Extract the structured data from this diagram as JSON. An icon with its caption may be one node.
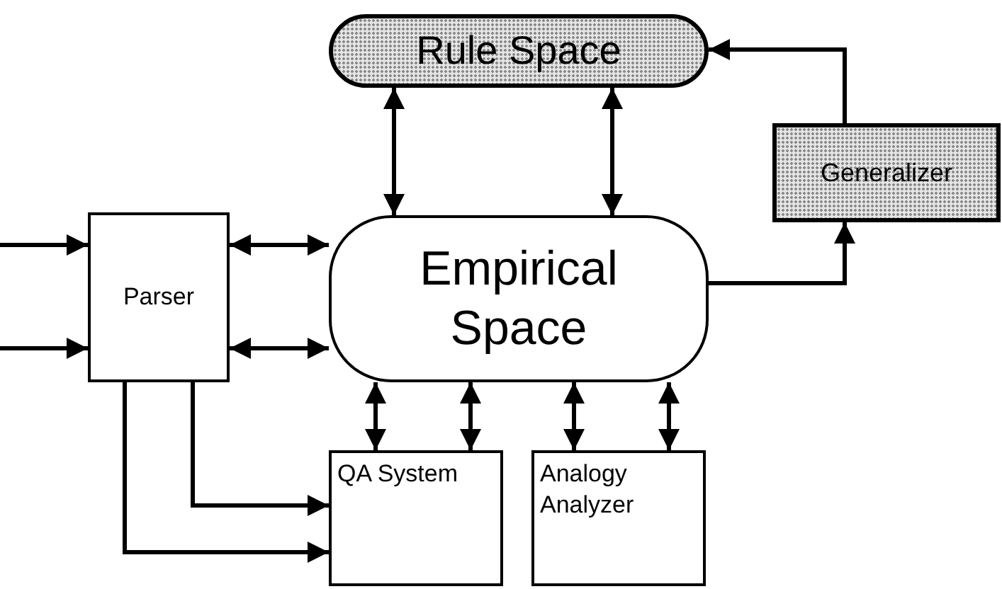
{
  "diagram": {
    "nodes": [
      {
        "text": [
          "Rule Space"
        ]
      },
      {
        "text": [
          "Generalizer"
        ]
      },
      {
        "text": [
          "Parser"
        ]
      },
      {
        "text": [
          "Empirical Space"
        ]
      },
      {
        "text": [
          "QA System"
        ]
      },
      {
        "text": [
          "Analogy Analyzer"
        ]
      }
    ],
    "edges": [
      {
        "from": null,
        "to": 2,
        "arrow": "to"
      },
      {
        "from": null,
        "to": 2,
        "arrow": "to"
      },
      {
        "from": 2,
        "to": 3,
        "arrow": "both"
      },
      {
        "from": 2,
        "to": 3,
        "arrow": "both"
      },
      {
        "from": 0,
        "to": 3,
        "arrow": "both"
      },
      {
        "from": 0,
        "to": 3,
        "arrow": "both"
      },
      {
        "from": 3,
        "to": 1,
        "arrow": "to"
      },
      {
        "from": 1,
        "to": 0,
        "arrow": "to"
      },
      {
        "from": 3,
        "to": 4,
        "arrow": "both"
      },
      {
        "from": 3,
        "to": 4,
        "arrow": "both"
      },
      {
        "from": 3,
        "to": 5,
        "arrow": "both"
      },
      {
        "from": 3,
        "to": 5,
        "arrow": "both"
      },
      {
        "from": 2,
        "to": 4,
        "arrow": "to"
      },
      {
        "from": 2,
        "to": 4,
        "arrow": "to"
      }
    ]
  }
}
